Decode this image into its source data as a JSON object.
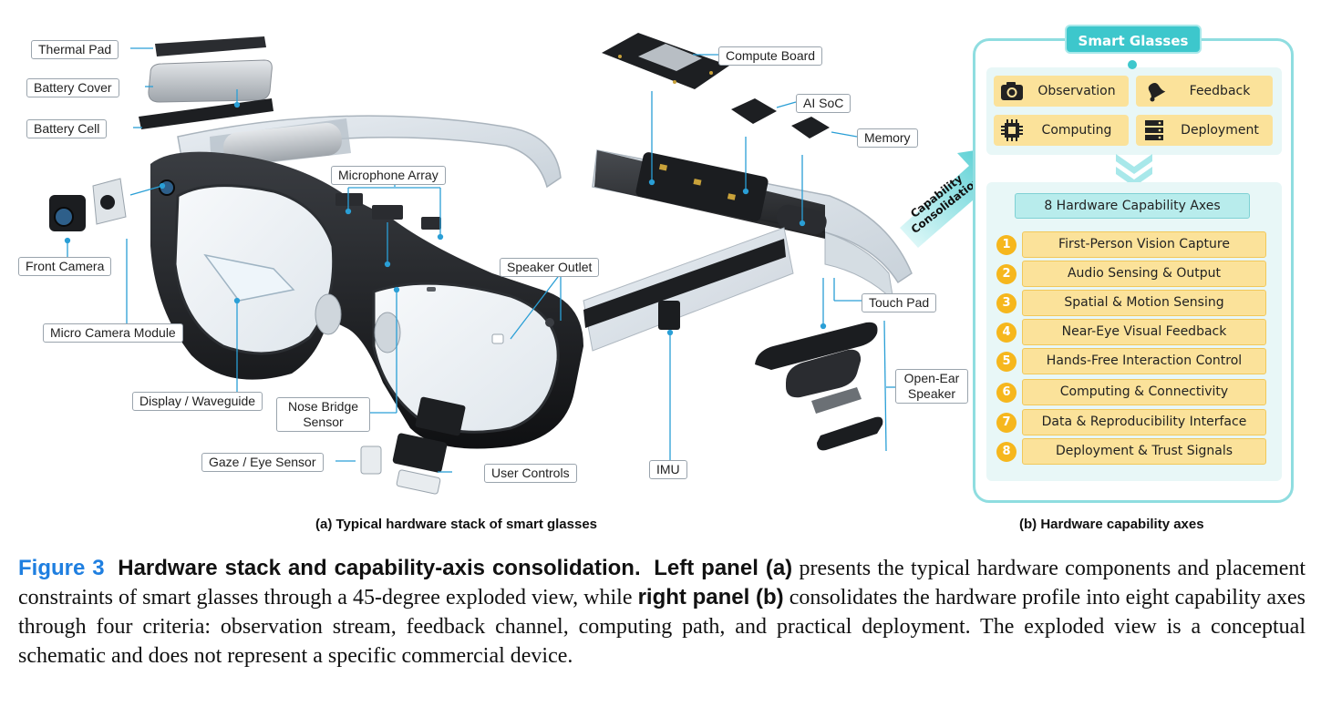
{
  "panel_a": {
    "labels": {
      "thermal_pad": "Thermal Pad",
      "battery_cover": "Battery Cover",
      "battery_cell": "Battery Cell",
      "front_camera": "Front Camera",
      "micro_camera_module": "Micro Camera Module",
      "display_waveguide": "Display / Waveguide",
      "nose_bridge_sensor": "Nose Bridge Sensor",
      "gaze_eye_sensor": "Gaze / Eye Sensor",
      "user_controls": "User Controls",
      "microphone_array": "Microphone Array",
      "speaker_outlet": "Speaker Outlet",
      "imu": "IMU",
      "compute_board": "Compute Board",
      "ai_soc": "AI SoC",
      "memory": "Memory",
      "touch_pad": "Touch Pad",
      "open_ear_speaker": "Open-Ear Speaker"
    },
    "caption": "(a) Typical hardware stack of smart glasses"
  },
  "panel_b": {
    "title": "Smart Glasses",
    "criteria": [
      {
        "label": "Observation",
        "icon": "camera-icon"
      },
      {
        "label": "Feedback",
        "icon": "bell-icon"
      },
      {
        "label": "Computing",
        "icon": "chip-icon"
      },
      {
        "label": "Deployment",
        "icon": "server-icon"
      }
    ],
    "arrow_label": "Capability Consolidation",
    "axes_header": "8 Hardware Capability Axes",
    "axes": [
      {
        "num": "1",
        "label": "First-Person Vision Capture"
      },
      {
        "num": "2",
        "label": "Audio Sensing & Output"
      },
      {
        "num": "3",
        "label": "Spatial & Motion Sensing"
      },
      {
        "num": "4",
        "label": "Near-Eye Visual Feedback"
      },
      {
        "num": "5",
        "label": "Hands-Free Interaction Control"
      },
      {
        "num": "6",
        "label": "Computing & Connectivity"
      },
      {
        "num": "7",
        "label": "Data & Reproducibility Interface"
      },
      {
        "num": "8",
        "label": "Deployment & Trust Signals"
      }
    ],
    "caption": "(b) Hardware capability axes"
  },
  "figure_caption": {
    "number": "Figure 3",
    "title": "Hardware stack and capability-axis consolidation.",
    "bold_a": "Left panel (a)",
    "text_1": " presents the typical hardware components and placement constraints of smart glasses through a 45-degree exploded view, while ",
    "bold_b": "right panel (b)",
    "text_2": " consolidates the hardware profile into eight capability axes through four criteria: observation stream, feedback channel, computing path, and practical deployment. The exploded view is a conceptual schematic and does not represent a specific commercial device."
  },
  "colors": {
    "teal": "#3dc7cc",
    "amber": "#fbe29a",
    "badge": "#f6b71d",
    "leader": "#2a9fd6",
    "figure_blue": "#1f7fe0"
  }
}
